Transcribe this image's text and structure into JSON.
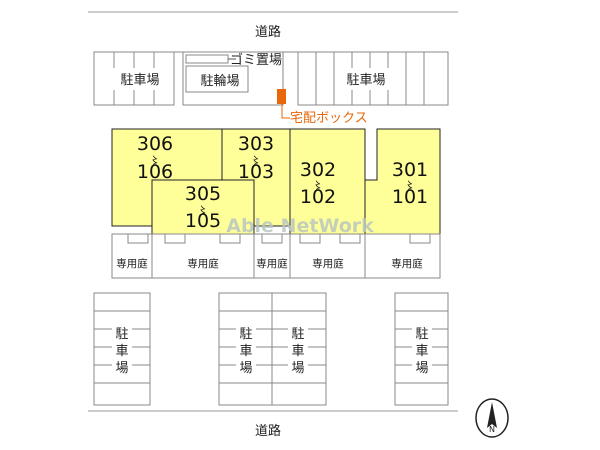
{
  "roads": {
    "top": "道路",
    "bottom": "道路"
  },
  "parking": {
    "top_left": "駐車場",
    "top_right": "駐車場",
    "bottom_label": "駐車場"
  },
  "bicycle_parking": "駐輪場",
  "garbage": "ゴミ置場",
  "delivery_box": "宅配ボックス",
  "garden": "専用庭",
  "units": [
    {
      "top": "306",
      "bottom": "106"
    },
    {
      "top": "303",
      "bottom": "103"
    },
    {
      "top": "305",
      "bottom": "105"
    },
    {
      "top": "302",
      "bottom": "102"
    },
    {
      "top": "301",
      "bottom": "101"
    }
  ],
  "separator": "〻",
  "watermark": "Able NetWork",
  "compass": "N",
  "colors": {
    "unit_fill": "#ffff99",
    "delivery_box": "#e8670a",
    "delivery_text": "#e8670a",
    "watermark": "#b9c7c2"
  }
}
